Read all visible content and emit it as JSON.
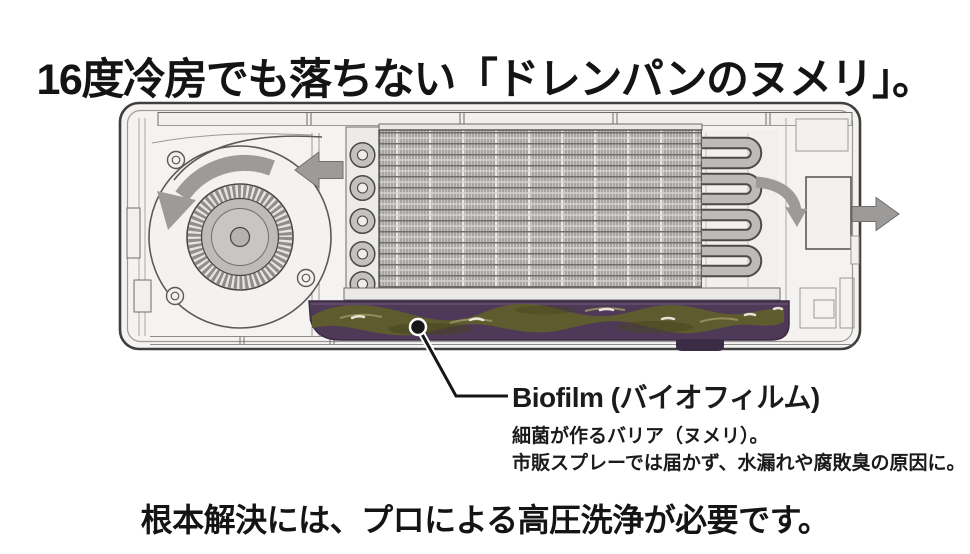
{
  "title": "16度冷房でも落ちない「ドレンパンのヌメリ」。",
  "callout": {
    "heading": "Biofilm (バイオフィルム)",
    "line1": "細菌が作るバリア（ヌメリ）。",
    "line2": "市販スプレーでは届かず、水漏れや腐敗臭の原因に。"
  },
  "footer": "根本解決には、プロによる高圧洗浄が必要です。",
  "colors": {
    "background": "#ffffff",
    "text": "#141414",
    "casing_fill": "#f4f3f1",
    "casing_outline": "#403f3e",
    "detail_line": "#8b8a89",
    "arrow_gray": "#9c9b9a",
    "fan_disc": "#bdbcba",
    "tube_gray": "#bcbbba",
    "pan_purple": "#4e3a58",
    "pan_purple_dark": "#3c2b44",
    "biofilm_olive": "#5e5b2e",
    "biofilm_dark": "#45431f",
    "biofilm_light": "#938c5c"
  }
}
